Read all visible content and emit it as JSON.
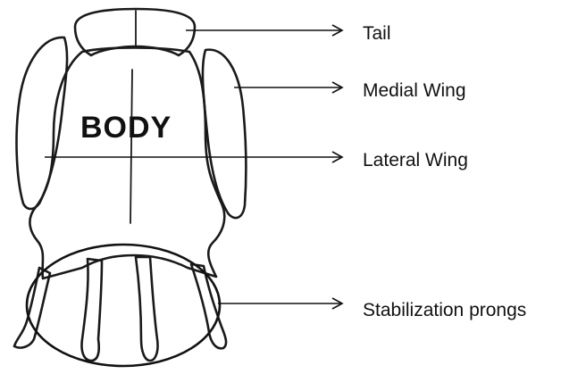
{
  "diagram": {
    "body_label": "BODY",
    "labels": [
      {
        "id": "tail",
        "text": "Tail"
      },
      {
        "id": "medial-wing",
        "text": "Medial Wing"
      },
      {
        "id": "lateral-wing",
        "text": "Lateral Wing"
      },
      {
        "id": "stabilization-prongs",
        "text": "Stabilization prongs"
      }
    ]
  },
  "colors": {
    "ink": "#1a1a1a",
    "dot_fill": "#bdbdbd",
    "background": "#ffffff"
  }
}
